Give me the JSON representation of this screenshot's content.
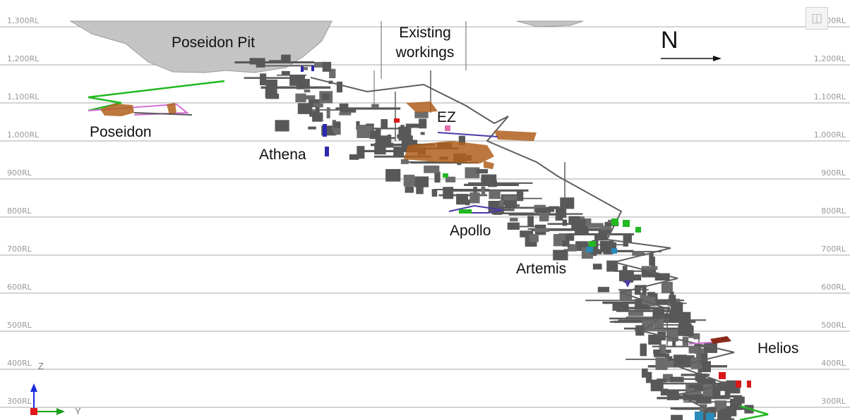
{
  "levels": [
    "1,300RL",
    "1,200RL",
    "1,100RL",
    "1,000RL",
    "900RL",
    "800RL",
    "700RL",
    "600RL",
    "500RL",
    "400RL",
    "300RL"
  ],
  "zones": {
    "poseidon_pit": "Poseidon Pit",
    "poseidon": "Poseidon",
    "athena": "Athena",
    "ez": "EZ",
    "apollo": "Apollo",
    "artemis": "Artemis",
    "helios": "Helios"
  },
  "existing_workings": [
    "Existing",
    "workings"
  ],
  "north": "N",
  "axes": {
    "z": "Z",
    "y": "Y"
  },
  "view_icon": "view-cube-icon",
  "colors": {
    "workings": "#585858",
    "pit": "#c4c4c4",
    "orebody": "#b0601c",
    "decline_green": "#22b822",
    "decline_purple": "#4a3aa8",
    "pink_drive": "#d070d8",
    "blue": "#2a8ab8",
    "red": "#d81818",
    "grid": "#a8a8a8"
  }
}
